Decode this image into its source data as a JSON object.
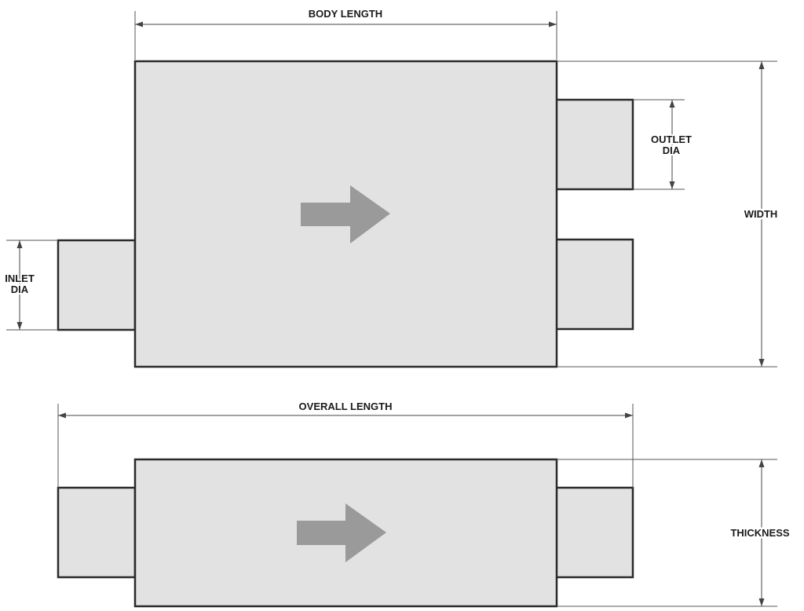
{
  "labels": {
    "body_length": "BODY LENGTH",
    "outlet_dia_line1": "OUTLET",
    "outlet_dia_line2": "DIA",
    "width": "WIDTH",
    "inlet_dia_line1": "INLET",
    "inlet_dia_line2": "DIA",
    "overall_length": "OVERALL LENGTH",
    "thickness": "THICKNESS"
  },
  "colors": {
    "part_fill": "#e2e2e2",
    "part_stroke": "#2a2a2a",
    "flow_arrow": "#9a9a9a",
    "dimension_line": "#444444"
  },
  "icons": {
    "flow_direction": "right-arrow-icon"
  }
}
